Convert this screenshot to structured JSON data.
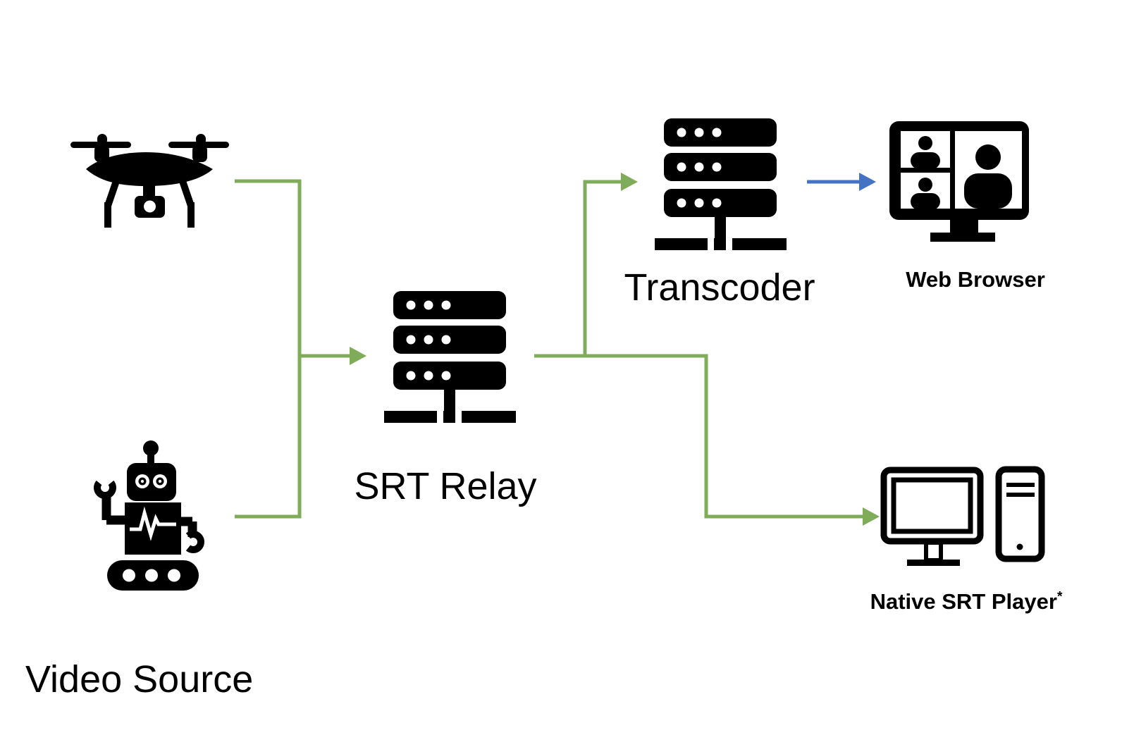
{
  "colors": {
    "background": "#FFFFFF",
    "connector_green": "#7FAC58",
    "connector_blue": "#4472C4",
    "icon_black": "#000000",
    "label_black": "#000000"
  },
  "labels": {
    "video_source": "Video Source",
    "srt_relay": "SRT Relay",
    "transcoder": "Transcoder",
    "web_browser": "Web Browser",
    "native_srt_player": "Native SRT Player",
    "footnote_marker": "*"
  },
  "icons": {
    "video_source": [
      "drone-icon",
      "robot-icon"
    ],
    "srt_relay": "server-icon",
    "transcoder": "server-icon",
    "web_browser": "video-call-monitor-icon",
    "native_srt_player": "desktop-computer-icon"
  },
  "edges": [
    {
      "from": "drone",
      "to": "srt-relay",
      "shape": "elbow",
      "color_key": "connector_green",
      "arrowhead": true
    },
    {
      "from": "robot",
      "to": "srt-relay",
      "shape": "elbow",
      "color_key": "connector_green",
      "arrowhead": true
    },
    {
      "from": "srt-relay",
      "to": "transcoder",
      "shape": "elbow",
      "color_key": "connector_green",
      "arrowhead": true
    },
    {
      "from": "srt-relay",
      "to": "native-srt-player",
      "shape": "elbow",
      "color_key": "connector_green",
      "arrowhead": true
    },
    {
      "from": "transcoder",
      "to": "web-browser",
      "shape": "straight",
      "color_key": "connector_blue",
      "arrowhead": true
    }
  ]
}
